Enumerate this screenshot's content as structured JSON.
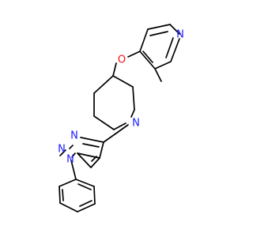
{
  "molecule": {
    "atoms": [
      {
        "id": "N_pyridine",
        "symbol": "N",
        "color": "#1a1aff"
      },
      {
        "id": "O_ether",
        "symbol": "O",
        "color": "#ff0d0d"
      },
      {
        "id": "N_piperidine",
        "symbol": "N",
        "color": "#1a1aff"
      },
      {
        "id": "N_triazole_3",
        "symbol": "N",
        "color": "#1a1aff"
      },
      {
        "id": "N_triazole_2",
        "symbol": "N",
        "color": "#1a1aff"
      },
      {
        "id": "N_triazole_1",
        "symbol": "N",
        "color": "#1a1aff"
      }
    ],
    "bond_color": "#000000",
    "background": "#ffffff"
  }
}
